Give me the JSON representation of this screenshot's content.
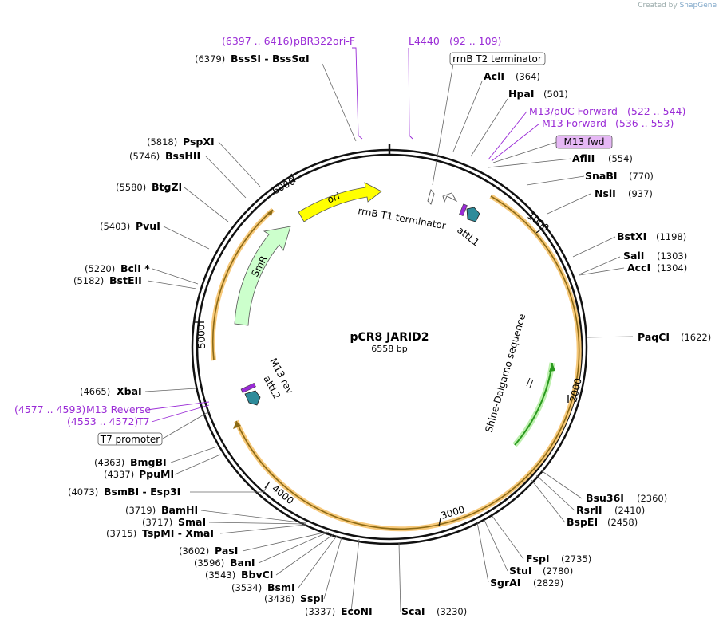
{
  "credit": {
    "prefix": "Created by",
    "brand": "SnapGene"
  },
  "plasmid": {
    "name": "pCR8 JARID2",
    "length": "6558 bp",
    "total_bp": 6558
  },
  "ruler": [
    "1000",
    "2000",
    "3000",
    "4000",
    "5000",
    "6000"
  ],
  "enzymes": [
    {
      "id": "acli",
      "name": "AclI",
      "pos": "(364)"
    },
    {
      "id": "hpai",
      "name": "HpaI",
      "pos": "(501)"
    },
    {
      "id": "aflii",
      "name": "AflII",
      "pos": "(554)"
    },
    {
      "id": "snabi",
      "name": "SnaBI",
      "pos": "(770)"
    },
    {
      "id": "nsii",
      "name": "NsiI",
      "pos": "(937)"
    },
    {
      "id": "bstxi",
      "name": "BstXI",
      "pos": "(1198)"
    },
    {
      "id": "sali",
      "name": "SalI",
      "pos": "(1303)"
    },
    {
      "id": "acci",
      "name": "AccI",
      "pos": "(1304)"
    },
    {
      "id": "paqci",
      "name": "PaqCI",
      "pos": "(1622)"
    },
    {
      "id": "bsu36i",
      "name": "Bsu36I",
      "pos": "(2360)"
    },
    {
      "id": "rsrii",
      "name": "RsrII",
      "pos": "(2410)"
    },
    {
      "id": "bspei",
      "name": "BspEI",
      "pos": "(2458)"
    },
    {
      "id": "fspi",
      "name": "FspI",
      "pos": "(2735)"
    },
    {
      "id": "stui",
      "name": "StuI",
      "pos": "(2780)"
    },
    {
      "id": "sgrai",
      "name": "SgrAI",
      "pos": "(2829)"
    },
    {
      "id": "scai",
      "name": "ScaI",
      "pos": "(3230)"
    },
    {
      "id": "econi",
      "name": "EcoNI",
      "pos": "(3337)"
    },
    {
      "id": "sspi",
      "name": "SspI",
      "pos": "(3436)"
    },
    {
      "id": "bsmi",
      "name": "BsmI",
      "pos": "(3534)"
    },
    {
      "id": "bbvci",
      "name": "BbvCI",
      "pos": "(3543)"
    },
    {
      "id": "bani",
      "name": "BanI",
      "pos": "(3596)"
    },
    {
      "id": "pasi",
      "name": "PasI",
      "pos": "(3602)"
    },
    {
      "id": "tspmi",
      "name": "TspMI  -  XmaI",
      "pos": "(3715)"
    },
    {
      "id": "smai",
      "name": "SmaI",
      "pos": "(3717)"
    },
    {
      "id": "bamhi",
      "name": "BamHI",
      "pos": "(3719)"
    },
    {
      "id": "bsmbi",
      "name": "BsmBI  -  Esp3I",
      "pos": "(4073)"
    },
    {
      "id": "ppumi",
      "name": "PpuMI",
      "pos": "(4337)"
    },
    {
      "id": "bmgbi",
      "name": "BmgBI",
      "pos": "(4363)"
    },
    {
      "id": "xbai",
      "name": "XbaI",
      "pos": "(4665)"
    },
    {
      "id": "bsteii",
      "name": "BstEII",
      "pos": "(5182)"
    },
    {
      "id": "bcli",
      "name": "BclI *",
      "pos": "(5220)"
    },
    {
      "id": "pvui",
      "name": "PvuI",
      "pos": "(5403)"
    },
    {
      "id": "btgzi",
      "name": "BtgZI",
      "pos": "(5580)"
    },
    {
      "id": "bsshii",
      "name": "BssHII",
      "pos": "(5746)"
    },
    {
      "id": "pspxi",
      "name": "PspXI",
      "pos": "(5818)"
    },
    {
      "id": "bsssi",
      "name": "BssSI  -  BssSαI",
      "pos": "(6379)"
    }
  ],
  "primers": [
    {
      "id": "pbr322ori",
      "name": "pBR322ori-F",
      "range": "(6397 .. 6416)"
    },
    {
      "id": "l4440",
      "name": "L4440",
      "range": "(92 .. 109)"
    },
    {
      "id": "m13puc",
      "name": "M13/pUC Forward",
      "range": "(522 .. 544)"
    },
    {
      "id": "m13fwd",
      "name": "M13 Forward",
      "range": "(536 .. 553)"
    },
    {
      "id": "m13rev",
      "name": "M13 Reverse",
      "range": "(4577 .. 4593)"
    },
    {
      "id": "t7",
      "name": "T7",
      "range": "(4553 .. 4572)"
    }
  ],
  "boxed": {
    "m13fwd": "M13 fwd",
    "rrnb_t2": "rrnB T2 terminator",
    "t7_promoter": "T7 promoter"
  },
  "features": {
    "ori": "ori",
    "smr": "SmR",
    "rrnb_t1": "rrnB T1 terminator",
    "attl1": "attL1",
    "attl2": "attL2",
    "m13_rev": "M13 rev",
    "shine": "Shine-Dalgarno sequence"
  },
  "colors": {
    "ori": "#ffff00",
    "smr": "#ccffcc",
    "attl": "#2e8b9a",
    "orf_outline": "#f7c97a",
    "orf_arrow": "#8b6914",
    "shine_arrow": "#2a9a1e",
    "primer": "#9a2bd6",
    "m13fwd_box": "#e6b8f5"
  }
}
